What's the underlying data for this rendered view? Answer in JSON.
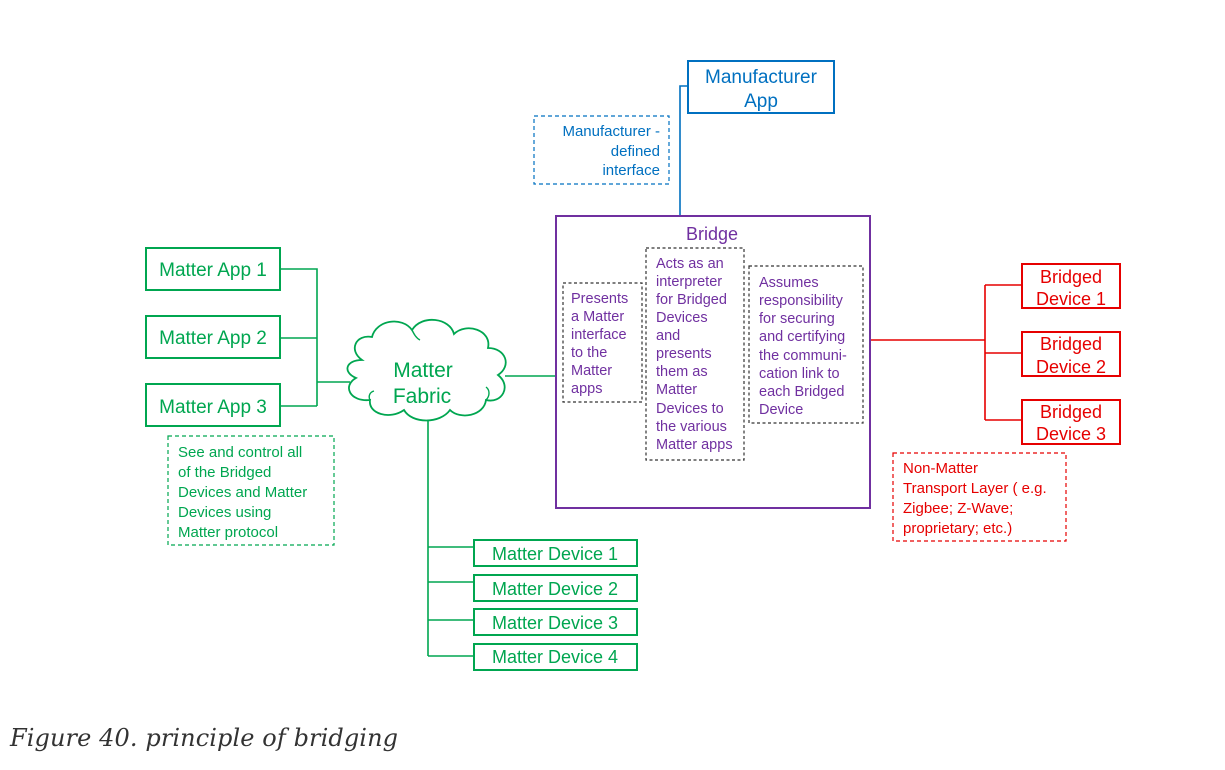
{
  "colors": {
    "green": "#00a650",
    "blue": "#0070c0",
    "purple": "#7030a0",
    "red": "#e60000",
    "black": "#222222"
  },
  "manufacturer_app": {
    "lines": [
      "Manufacturer",
      "App"
    ]
  },
  "manufacturer_interface_note": {
    "lines": [
      "Manufacturer -",
      "defined",
      "interface"
    ]
  },
  "bridge": {
    "title": "Bridge",
    "note_left": [
      "Presents",
      "a Matter",
      "interface",
      "to the",
      "Matter",
      "apps"
    ],
    "note_middle": [
      "Acts as an",
      "interpreter",
      "for Bridged",
      "Devices",
      "and",
      "presents",
      "them as",
      "Matter",
      "Devices to",
      "the various",
      "Matter apps"
    ],
    "note_right": [
      "Assumes",
      "responsibility",
      "for securing",
      "and certifying",
      "the communi-",
      "cation link to",
      "each Bridged",
      "Device"
    ]
  },
  "matter_apps": [
    "Matter App 1",
    "Matter App 2",
    "Matter App 3"
  ],
  "matter_apps_note": [
    "See and control  all",
    "of the Bridged",
    "Devices and  Matter",
    "Devices using",
    "Matter protocol"
  ],
  "matter_fabric": {
    "lines": [
      "Matter",
      "Fabric"
    ]
  },
  "matter_devices": [
    "Matter Device 1",
    "Matter Device 2",
    "Matter Device 3",
    "Matter Device 4"
  ],
  "bridged_devices": [
    [
      "Bridged",
      "Device 1"
    ],
    [
      "Bridged",
      "Device 2"
    ],
    [
      "Bridged",
      "Device 3"
    ]
  ],
  "transport_note": [
    "Non-Matter",
    "Transport Layer ( e.g.",
    "Zigbee;  Z-Wave;",
    "proprietary;  etc.)"
  ],
  "caption": "Figure 40. principle of bridging"
}
